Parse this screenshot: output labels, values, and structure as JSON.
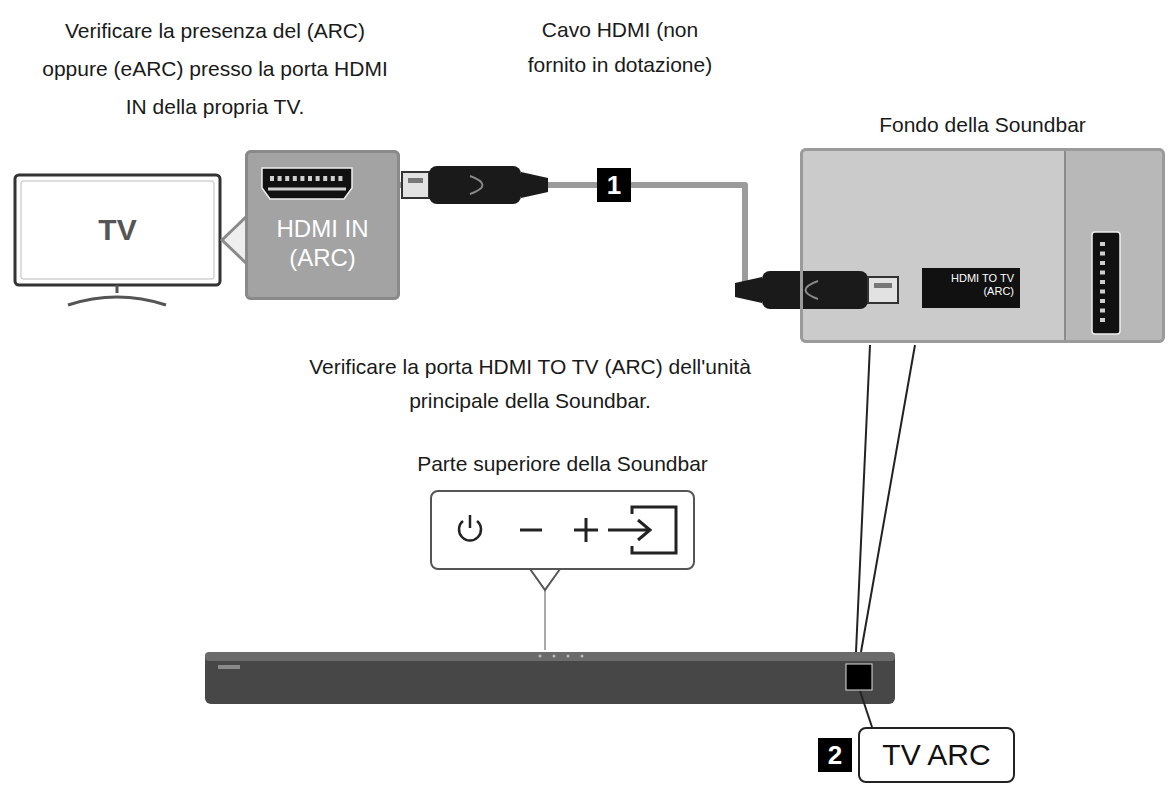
{
  "diagram": {
    "nodes": [
      {
        "text": [
          "TV"
        ]
      },
      {
        "text": [
          "HDMI IN (ARC)"
        ]
      },
      {
        "text": [
          "Fondo della Soundbar"
        ]
      },
      {
        "text": [
          "HDMI TO TV (ARC)"
        ],
        "in": 2
      },
      {
        "text": [
          "Parte superiore della Soundbar"
        ]
      },
      {
        "text": [
          "TV ARC"
        ]
      }
    ],
    "edges": [
      {
        "from": 1,
        "to": 2,
        "arrow": "none"
      }
    ],
    "labels": [
      "Verificare la presenza del (ARC) oppure (eARC) presso la porta HDMI IN della propria TV.",
      "Cavo HDMI (non fornito in dotazione)",
      "Verificare la porta HDMI TO TV (ARC) dell'unità principale della Soundbar.",
      "1",
      "2"
    ]
  }
}
